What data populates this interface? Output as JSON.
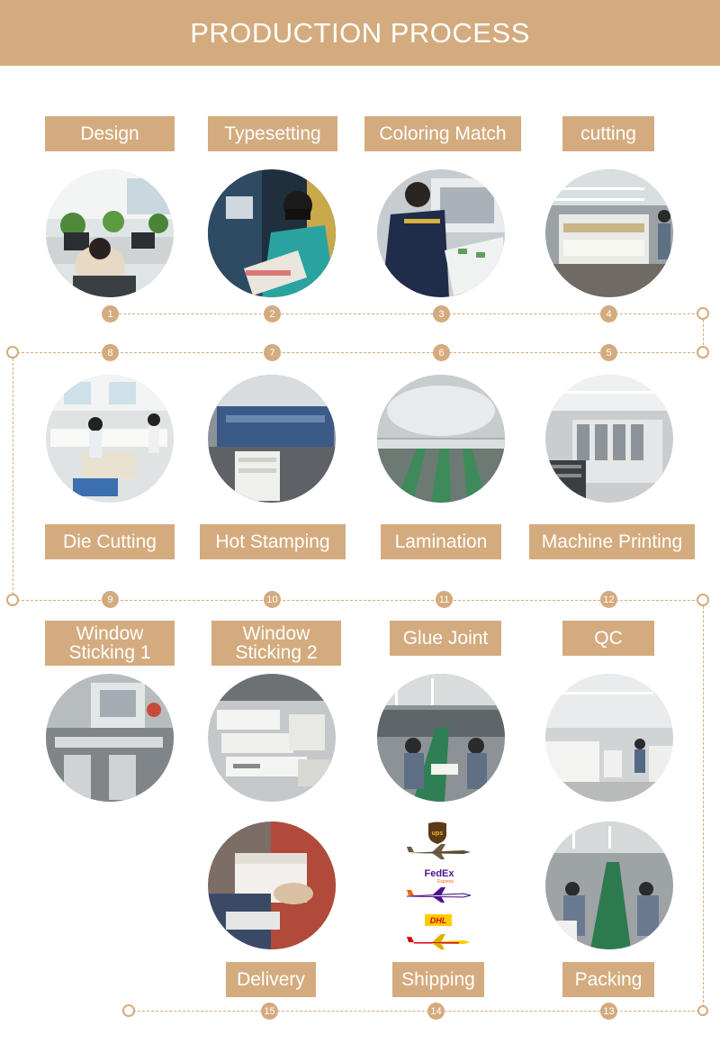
{
  "header": {
    "title": "PRODUCTION PROCESS"
  },
  "steps": [
    {
      "number": "1",
      "label": "Design",
      "icon": "office-design-photo"
    },
    {
      "number": "2",
      "label": "Typesetting",
      "icon": "typesetting-photo"
    },
    {
      "number": "3",
      "label": "Coloring Match",
      "icon": "coloring-match-photo"
    },
    {
      "number": "4",
      "label": "cutting",
      "icon": "cutting-machine-photo"
    },
    {
      "number": "5",
      "label": "Machine Printing",
      "icon": "printing-press-photo"
    },
    {
      "number": "6",
      "label": "Lamination",
      "icon": "lamination-photo"
    },
    {
      "number": "7",
      "label": "Hot Stamping",
      "icon": "hot-stamping-photo"
    },
    {
      "number": "8",
      "label": "Die Cutting",
      "icon": "die-cutting-photo"
    },
    {
      "number": "9",
      "label_line1": "Window",
      "label_line2": "Sticking 1",
      "icon": "window-sticking-1-photo"
    },
    {
      "number": "10",
      "label_line1": "Window",
      "label_line2": "Sticking 2",
      "icon": "window-sticking-2-photo"
    },
    {
      "number": "11",
      "label": "Glue Joint",
      "icon": "glue-joint-photo"
    },
    {
      "number": "12",
      "label": "QC",
      "icon": "qc-photo"
    },
    {
      "number": "13",
      "label": "Packing",
      "icon": "packing-photo"
    },
    {
      "number": "14",
      "label": "Shipping",
      "icon": "courier-logos"
    },
    {
      "number": "15",
      "label": "Delivery",
      "icon": "delivery-photo"
    }
  ],
  "carriers": [
    {
      "name": "ups",
      "logo_text": "ups",
      "color": "#5a3a1a"
    },
    {
      "name": "fedex",
      "logo_text": "FedEx",
      "sub_text": "Express",
      "color": "#4d148c"
    },
    {
      "name": "dhl",
      "logo_text": "DHL",
      "color": "#d40511"
    }
  ],
  "colors": {
    "accent": "#d4ab7e",
    "text_on_accent": "#ffffff",
    "background": "#ffffff"
  }
}
